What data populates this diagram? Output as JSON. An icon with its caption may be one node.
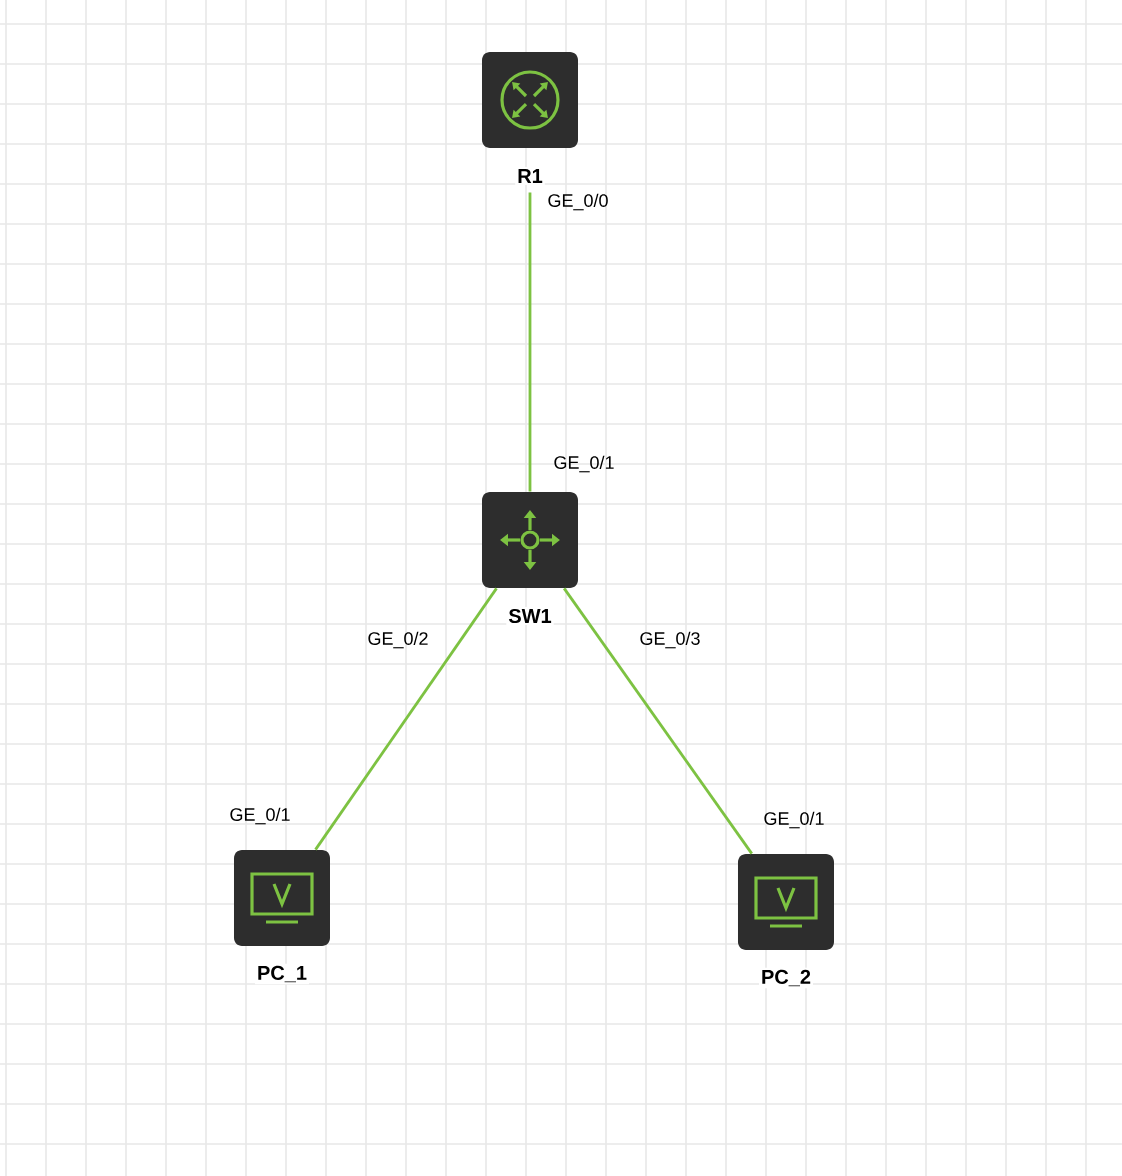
{
  "diagram": {
    "nodes": [
      {
        "text": [
          "R1"
        ]
      },
      {
        "text": [
          "SW1"
        ]
      },
      {
        "text": [
          "PC_1"
        ]
      },
      {
        "text": [
          "PC_2"
        ]
      }
    ],
    "edges": [
      {
        "from": 0,
        "to": 1,
        "arrow": "none"
      },
      {
        "from": 1,
        "to": 2,
        "arrow": "none"
      },
      {
        "from": 1,
        "to": 3,
        "arrow": "none"
      }
    ],
    "labels": [
      "GE_0/0",
      "GE_0/1",
      "GE_0/2",
      "GE_0/3",
      "GE_0/1",
      "GE_0/1"
    ]
  }
}
